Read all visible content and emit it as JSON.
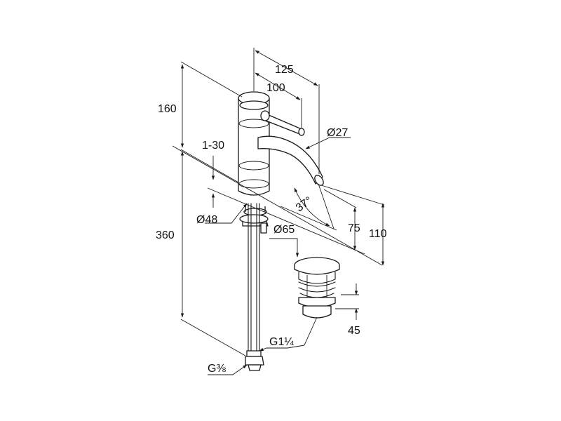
{
  "dimensions": {
    "spout_reach": "125",
    "lever_reach": "100",
    "outlet_diameter": "Ø27",
    "upper_height": "160",
    "deck_thickness": "1-30",
    "base_diameter": "Ø48",
    "total_height": "360",
    "spout_angle": "37°",
    "outlet_height": "75",
    "spout_height": "110",
    "waste_diameter": "Ø65",
    "waste_height": "45",
    "waste_thread": "G1¼",
    "hose_thread": "G⅜"
  },
  "colors": {
    "line": "#1a1a1a",
    "background": "#ffffff"
  }
}
